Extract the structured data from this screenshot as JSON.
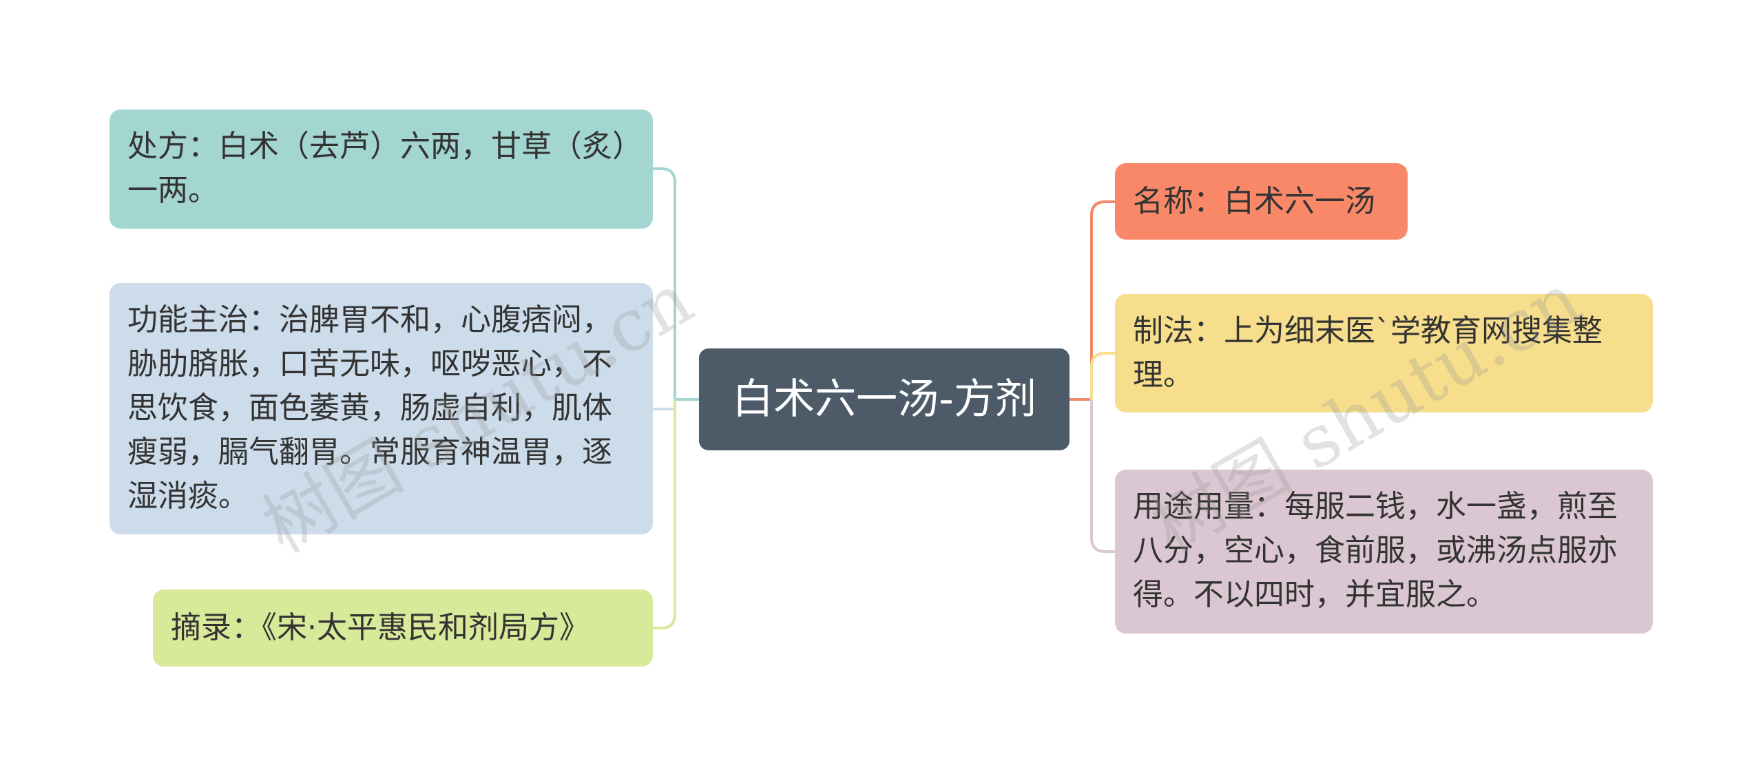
{
  "center": {
    "label": "白术六一汤-方剂",
    "color": "#4d5b69"
  },
  "nodes": {
    "chufang": {
      "text": "处方：白术（去芦）六两，甘草（炙）一两。",
      "color": "#a3d5d1",
      "line_color": "#a3d5d1"
    },
    "gongneng": {
      "text": "功能主治：治脾胃不和，心腹痞闷，胁肋𦜝胀，口苦无味，呕哕恶心，不思饮食，面色萎黄，肠虚自利，肌体瘦弱，膈气翻胃。常服育神温胃，逐湿消痰。",
      "color": "#ccdcea",
      "line_color": "#ccdcea"
    },
    "zhailu": {
      "text": "摘录：《宋·太平惠民和剂局方》",
      "color": "#d9e99a",
      "line_color": "#d9e99a"
    },
    "mingcheng": {
      "text": "名称：白术六一汤",
      "color": "#f98868",
      "line_color": "#f2896b"
    },
    "zhifa": {
      "text": "制法：上为细末医`学教育网搜集整理。",
      "color": "#f6de8d",
      "line_color": "#f6de8d"
    },
    "yongtu": {
      "text": "用途用量：每服二钱，水一盏，煎至八分，空心，食前服，或沸汤点服亦得。不以四时，并宜服之。",
      "color": "#dbc7d1",
      "line_color": "#dbc7d1"
    }
  },
  "watermark": {
    "text": "树图 shutu.cn"
  }
}
